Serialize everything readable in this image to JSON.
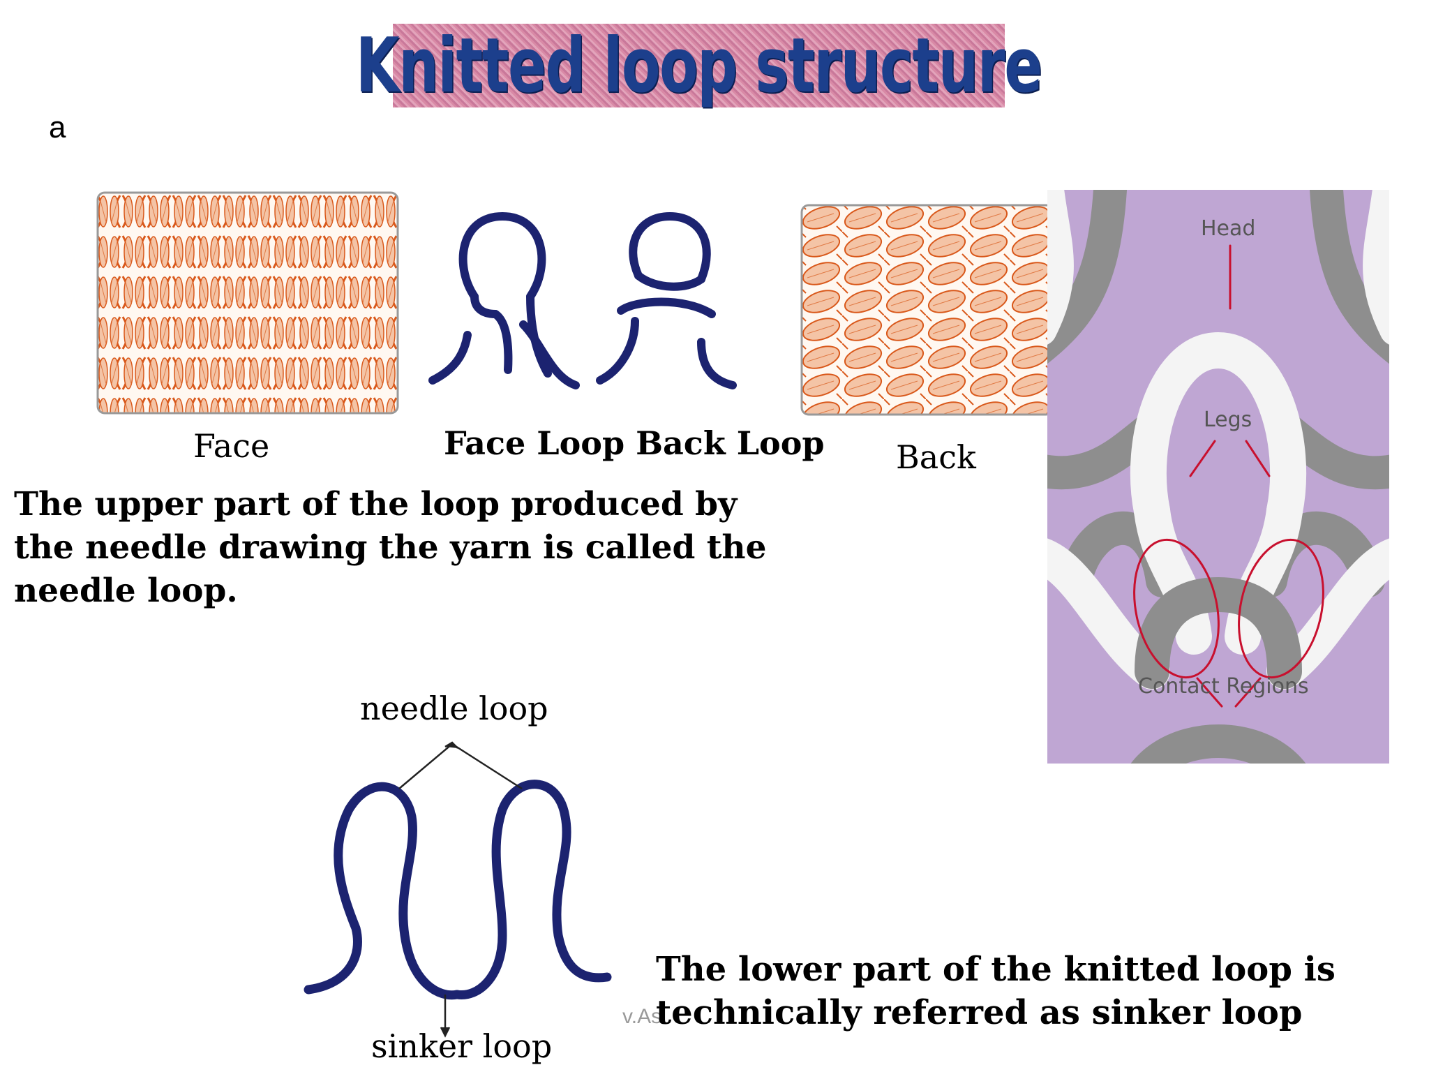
{
  "slide": {
    "title": "Knitted loop structure",
    "marker": "a",
    "face_label": "Face",
    "loops_label": "Face Loop Back Loop",
    "back_label": "Back",
    "needle_loop_paragraph": "The upper part of the loop produced by the needle drawing the yarn is called the needle loop.",
    "needle_loop_label": "needle loop",
    "sinker_loop_label": "sinker loop",
    "sinker_loop_paragraph": "The lower part of the knitted loop is technically referred as sinker loop",
    "watermark": "v.As",
    "diagram": {
      "head_label": "Head",
      "legs_label": "Legs",
      "contact_label": "Contact Regions"
    }
  },
  "colors": {
    "title_blue": "#1c3f8c",
    "yarn_navy": "#1c2370",
    "swatch_orange": "#d9581a",
    "diagram_bg": "#bfa6d3",
    "diagram_gray": "#8e8e8e",
    "annotation_red": "#c8102e"
  }
}
